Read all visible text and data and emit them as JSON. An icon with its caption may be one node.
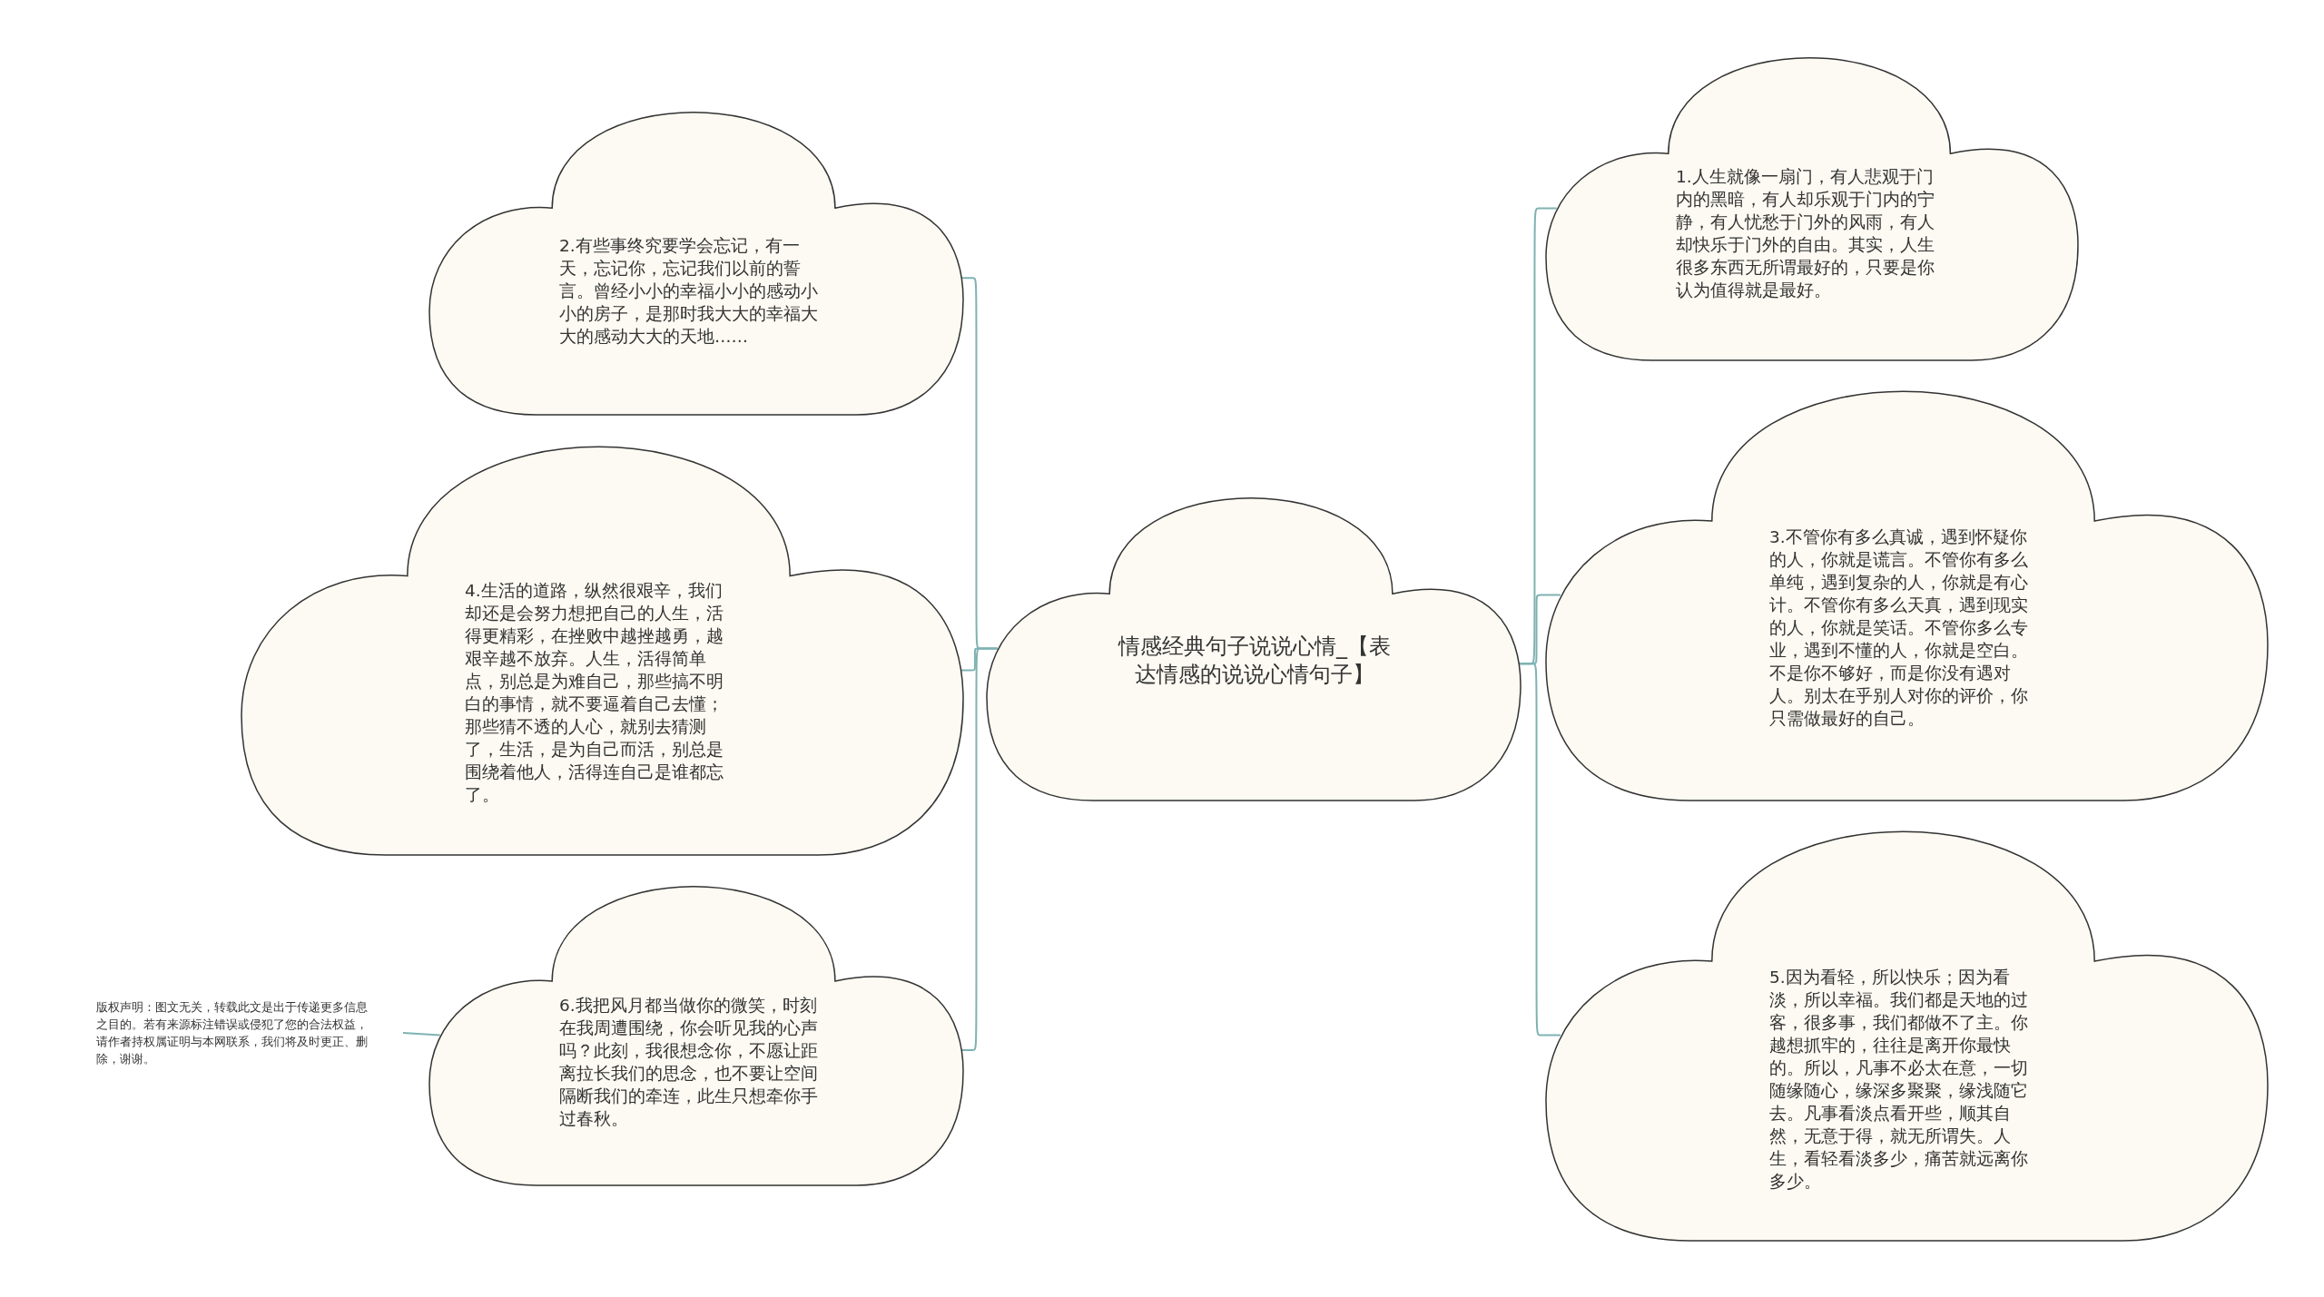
{
  "diagram": {
    "nodes": [
      {
        "text": [
          "情感经典句子说说心情_【表达情感的说说心情句子】"
        ]
      },
      {
        "text": [
          "1.人生就像一扇门，有人悲观于门内的黑暗，有人却乐观于门内的宁静，有人忧愁于门外的风雨，有人却快乐于门外的自由。其实，人生很多东西无所谓最好的，只要是你认为值得就是最好。"
        ]
      },
      {
        "text": [
          "2.有些事终究要学会忘记，有一天，忘记你，忘记我们以前的誓言。曾经小小的幸福小小的感动小小的房子，是那时我大大的幸福大大的感动大大的天地……"
        ]
      },
      {
        "text": [
          "3.不管你有多么真诚，遇到怀疑你的人，你就是谎言。不管你有多么单纯，遇到复杂的人，你就是有心计。不管你有多么天真，遇到现实的人，你就是笑话。不管你多么专业，遇到不懂的人，你就是空白。不是你不够好，而是你没有遇对人。别太在乎别人对你的评价，你只需做最好的自己。"
        ]
      },
      {
        "text": [
          "4.生活的道路，纵然很艰辛，我们却还是会努力想把自己的人生，活得更精彩，在挫败中越挫越勇，越艰辛越不放弃。人生，活得简单点，别总是为难自己，那些搞不明白的事情，就不要逼着自己去懂；那些猜不透的人心，就别去猜测了，生活，是为自己而活，别总是围绕着他人，活得连自己是谁都忘了。"
        ]
      },
      {
        "text": [
          "5.因为看轻，所以快乐；因为看淡，所以幸福。我们都是天地的过客，很多事，我们都做不了主。你越想抓牢的，往往是离开你最快的。所以，凡事不必太在意，一切随缘随心，缘深多聚聚，缘浅随它去。凡事看淡点看开些，顺其自然，无意于得，就无所谓失。人生，看轻看淡多少，痛苦就远离你多少。"
        ]
      },
      {
        "text": [
          "6.我把风月都当做你的微笑，时刻在我周遭围绕，你会听见我的心声吗？此刻，我很想念你，不愿让距离拉长我们的思念，也不要让空间隔断我们的牵连，此生只想牵你手过春秋。"
        ]
      },
      {
        "text": [
          "版权声明：图文无关，转载此文是出于传递更多信息之目的。若有来源标注错误或侵犯了您的合法权益，请作者持权属证明与本网联系，我们将及时更正、删除，谢谢。"
        ]
      }
    ],
    "edges": [
      {
        "from": 0,
        "to": 1,
        "arrow": "none"
      },
      {
        "from": 0,
        "to": 2,
        "arrow": "none"
      },
      {
        "from": 0,
        "to": 3,
        "arrow": "none"
      },
      {
        "from": 0,
        "to": 4,
        "arrow": "none"
      },
      {
        "from": 0,
        "to": 5,
        "arrow": "none"
      },
      {
        "from": 0,
        "to": 6,
        "arrow": "none"
      },
      {
        "from": 7,
        "to": 6,
        "arrow": "none"
      }
    ]
  }
}
